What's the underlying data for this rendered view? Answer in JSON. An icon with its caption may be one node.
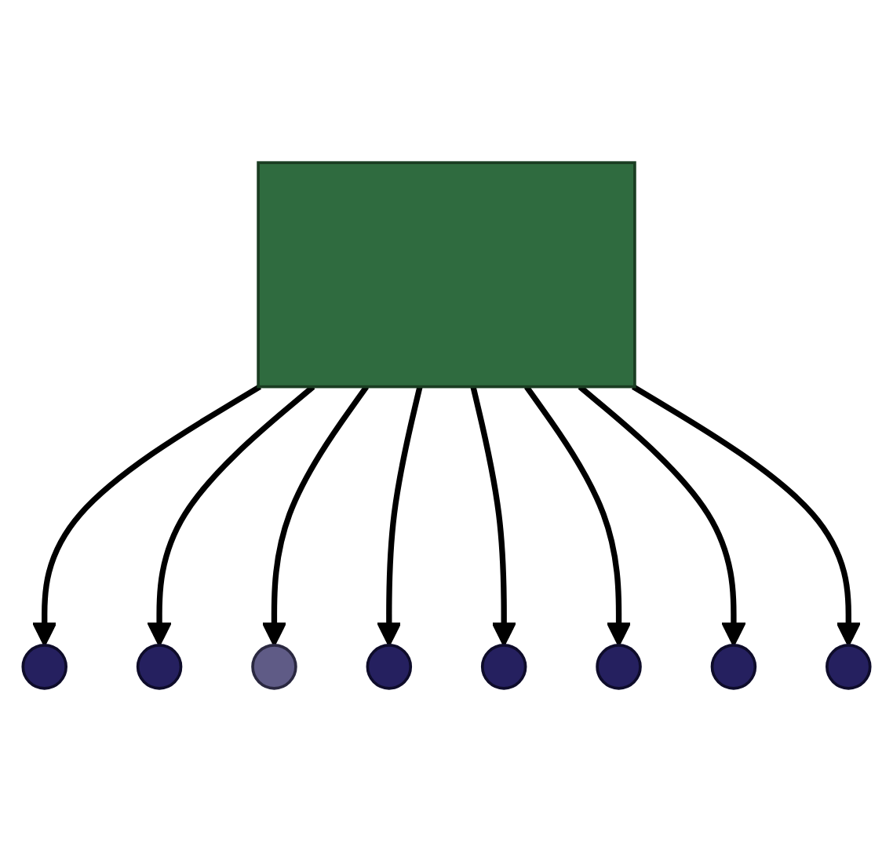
{
  "diagram": {
    "nodes": [
      {
        "text": [],
        "shape": "box"
      },
      {
        "text": [],
        "shape": "circle"
      },
      {
        "text": [],
        "shape": "circle"
      },
      {
        "text": [],
        "shape": "circle"
      },
      {
        "text": [],
        "shape": "circle"
      },
      {
        "text": [],
        "shape": "circle"
      },
      {
        "text": [],
        "shape": "circle"
      },
      {
        "text": [],
        "shape": "circle"
      },
      {
        "text": [],
        "shape": "circle"
      }
    ],
    "edges": [
      {
        "from": 0,
        "to": 1,
        "arrow": "to"
      },
      {
        "from": 0,
        "to": 2,
        "arrow": "to"
      },
      {
        "from": 0,
        "to": 3,
        "arrow": "to"
      },
      {
        "from": 0,
        "to": 4,
        "arrow": "to"
      },
      {
        "from": 0,
        "to": 5,
        "arrow": "to"
      },
      {
        "from": 0,
        "to": 6,
        "arrow": "to"
      },
      {
        "from": 0,
        "to": 7,
        "arrow": "to"
      },
      {
        "from": 0,
        "to": 8,
        "arrow": "to"
      }
    ]
  }
}
